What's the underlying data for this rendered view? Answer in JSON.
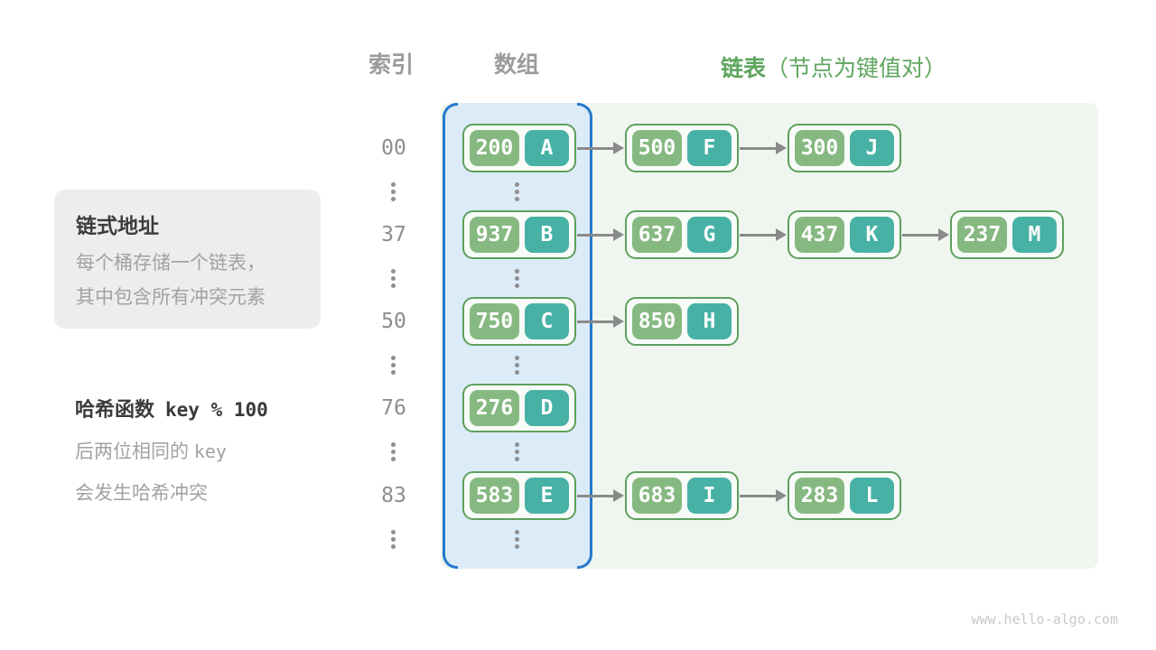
{
  "header": {
    "index_header": "索引",
    "array_header": "数组",
    "list_header": "链表",
    "list_header_note": "（节点为键值对）"
  },
  "left_notes": {
    "box_title": "链式地址",
    "box_line1": "每个桶存储一个链表，",
    "box_line2": "其中包含所有冲突元素",
    "hash_title": "哈希函数",
    "hash_code": "key % 100",
    "hash_line1_text": "后两位相同的",
    "hash_line1_code": "key",
    "hash_line2": "会发生哈希冲突"
  },
  "watermark": "www.hello-algo.com",
  "colors": {
    "list_header_green": "#5fa55f",
    "node_border_green": "#5da05d",
    "key_cell_green": "#86b981",
    "value_cell_teal": "#48b1a6",
    "array_outline_blue": "#2379cd",
    "array_fill_blue": "#dcebf8",
    "panel_fill_green": "#eff6ef",
    "arrow_gray": "#8a8a8a",
    "node_fill": "#f8fcf8"
  },
  "diagram": {
    "type": "hash-table-separate-chaining",
    "hash_function": "key % 100",
    "buckets": [
      {
        "index": "00",
        "chain": [
          {
            "key": "200",
            "value": "A"
          },
          {
            "key": "500",
            "value": "F"
          },
          {
            "key": "300",
            "value": "J"
          }
        ]
      },
      {
        "index": "37",
        "chain": [
          {
            "key": "937",
            "value": "B"
          },
          {
            "key": "637",
            "value": "G"
          },
          {
            "key": "437",
            "value": "K"
          },
          {
            "key": "237",
            "value": "M"
          }
        ]
      },
      {
        "index": "50",
        "chain": [
          {
            "key": "750",
            "value": "C"
          },
          {
            "key": "850",
            "value": "H"
          }
        ]
      },
      {
        "index": "76",
        "chain": [
          {
            "key": "276",
            "value": "D"
          }
        ]
      },
      {
        "index": "83",
        "chain": [
          {
            "key": "583",
            "value": "E"
          },
          {
            "key": "683",
            "value": "I"
          },
          {
            "key": "283",
            "value": "L"
          }
        ]
      }
    ]
  }
}
